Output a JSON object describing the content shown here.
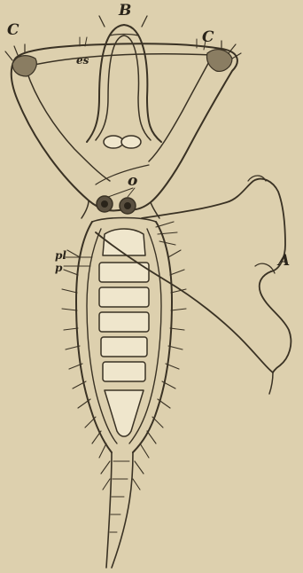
{
  "labels": {
    "b": "B",
    "c_left": "C",
    "c_right": "C",
    "es": "es",
    "o": "o",
    "pl": "pl",
    "p": "p",
    "a": "A"
  },
  "colors": {
    "paper": "#ddd0ae",
    "ink": "#3a3224",
    "fill_light": "#efe6cc",
    "shade": "#8a7d62"
  }
}
